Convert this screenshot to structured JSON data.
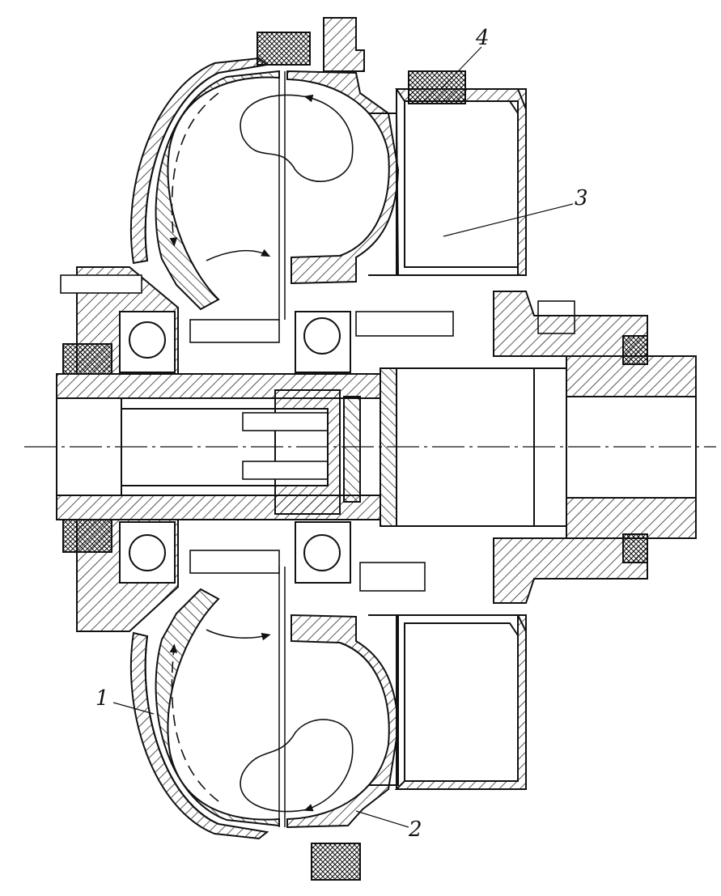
{
  "diagram": {
    "callouts": [
      {
        "id": "1",
        "text": "1"
      },
      {
        "id": "2",
        "text": "2"
      },
      {
        "id": "3",
        "text": "3"
      },
      {
        "id": "4",
        "text": "4"
      }
    ]
  },
  "colors": {
    "ink": "#111111",
    "background": "#ffffff"
  }
}
